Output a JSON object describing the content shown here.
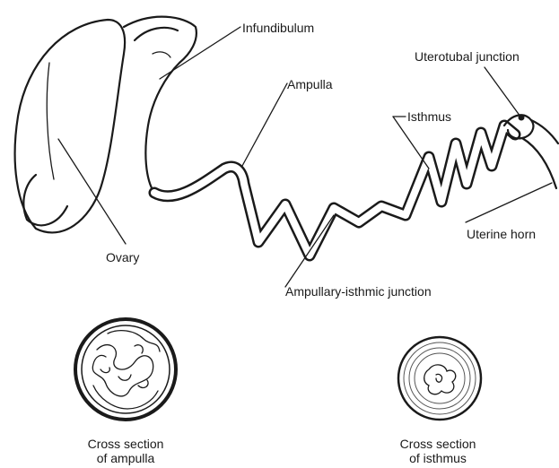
{
  "labels": {
    "infundibulum": "Infundibulum",
    "uterotubal_junction": "Uterotubal junction",
    "ampulla": "Ampulla",
    "isthmus": "Isthmus",
    "uterine_horn": "Uterine horn",
    "ovary": "Ovary",
    "ampullary_isthmic_junction": "Ampullary-isthmic junction",
    "cross_section_ampulla_line1": "Cross section",
    "cross_section_ampulla_line2": "of ampulla",
    "cross_section_isthmus_line1": "Cross section",
    "cross_section_isthmus_line2": "of isthmus"
  }
}
